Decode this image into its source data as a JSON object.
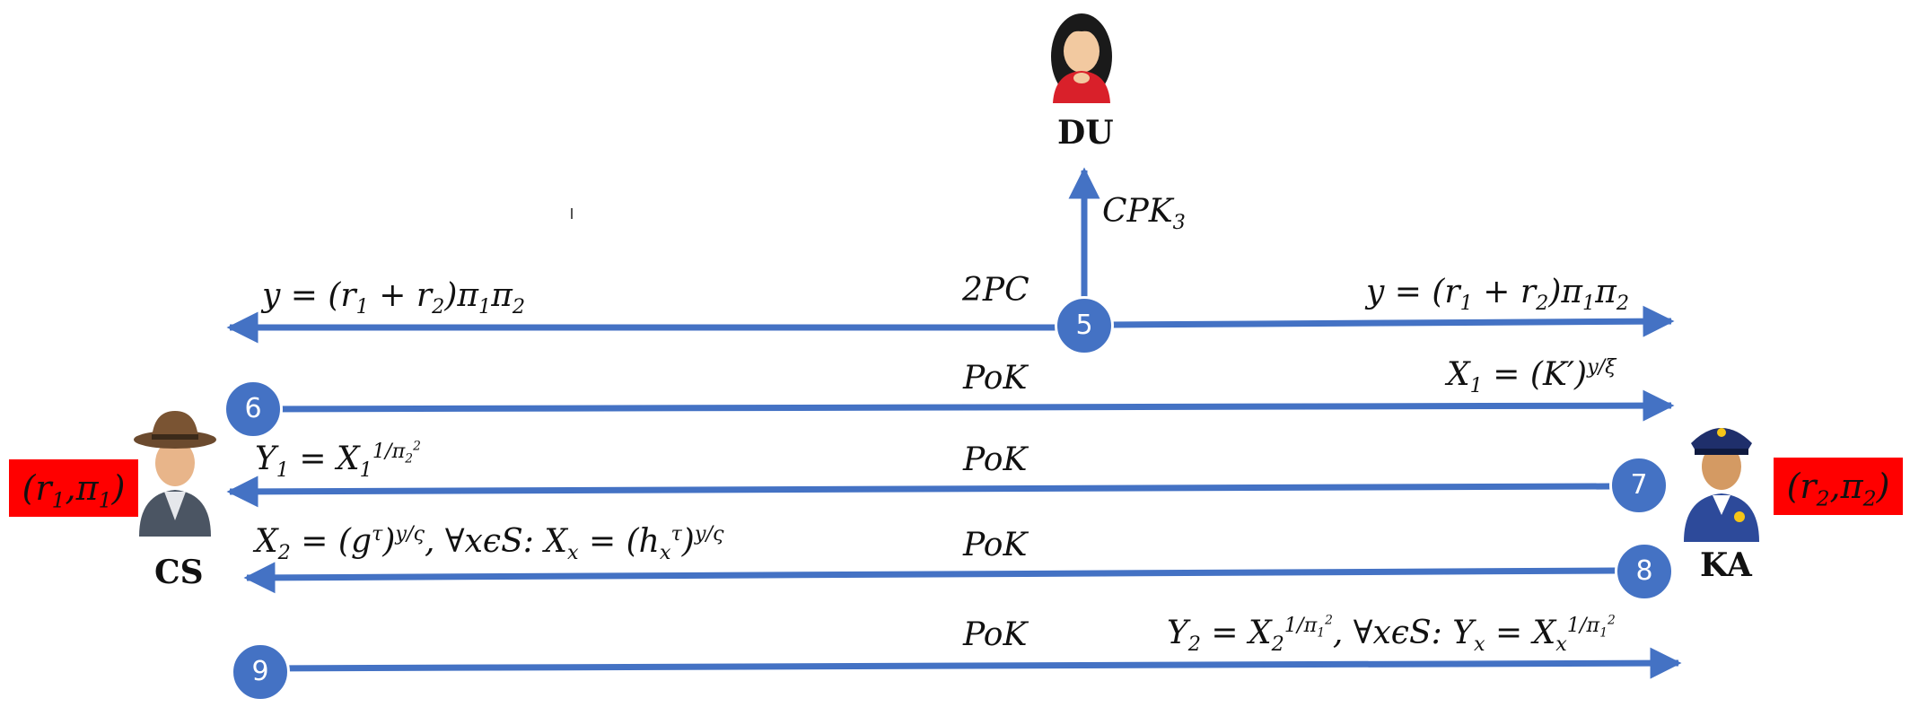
{
  "roles": {
    "du": "DU",
    "cs": "CS",
    "ka": "KA"
  },
  "keys": {
    "cs": {
      "r": "r",
      "r_sub": "1",
      "sep": ",",
      "pi": "π",
      "pi_sub": "1"
    },
    "ka": {
      "r": "r",
      "r_sub": "2",
      "sep": ",",
      "pi": "π",
      "pi_sub": "2"
    }
  },
  "steps": {
    "s5": "5",
    "s6": "6",
    "s7": "7",
    "s8": "8",
    "s9": "9"
  },
  "protocols": {
    "twopc": "2PC",
    "pok": "PoK"
  },
  "messages": {
    "cpk": {
      "base": "CPK",
      "sub": "3"
    },
    "y_left": {
      "lhs": "y = (r",
      "s1": "1",
      "plus": " + r",
      "s2": "2",
      "rp": ")π",
      "p1": "1",
      "pi": "π",
      "p2": "2"
    },
    "y_right": {
      "lhs": "y = (r",
      "s1": "1",
      "plus": " + r",
      "s2": "2",
      "rp": ")π",
      "p1": "1",
      "pi": "π",
      "p2": "2"
    },
    "x1": {
      "lhs": "X",
      "sub": "1",
      "eq": " = (K′)",
      "exp": "y/ξ"
    },
    "y1": {
      "lhs": "Y",
      "sub": "1",
      "eq": " = X",
      "xsub": "1",
      "exp": "1/π",
      "exp_sub": "2",
      "exp_sup": "2"
    },
    "x2": {
      "lhs": "X",
      "sub": "2",
      "eq": " = (g",
      "tau": "τ",
      "rp": ")",
      "exp": "y/ς",
      "mid": ", ∀xϵS: X",
      "xsub": "x",
      "eq2": " = (h",
      "hsub": "x",
      "htau": "τ",
      "rp2": ")",
      "exp2": "y/ς"
    },
    "y2": {
      "lhs": "Y",
      "sub": "2",
      "eq": " = X",
      "xsub": "2",
      "exp": "1/π",
      "exp_sub": "1",
      "exp_sup": "2",
      "mid": ", ∀xϵS: Y",
      "ysub": "x",
      "eq2": " = X",
      "xsub2": "x",
      "exp2": "1/π",
      "exp2_sub": "1",
      "exp2_sup": "2"
    }
  },
  "colors": {
    "arrow": "#4472c4",
    "key_box": "#ff0000",
    "text": "#111111"
  },
  "icons": {
    "du": "female-user-icon",
    "cs": "detective-user-icon",
    "ka": "police-officer-icon"
  }
}
